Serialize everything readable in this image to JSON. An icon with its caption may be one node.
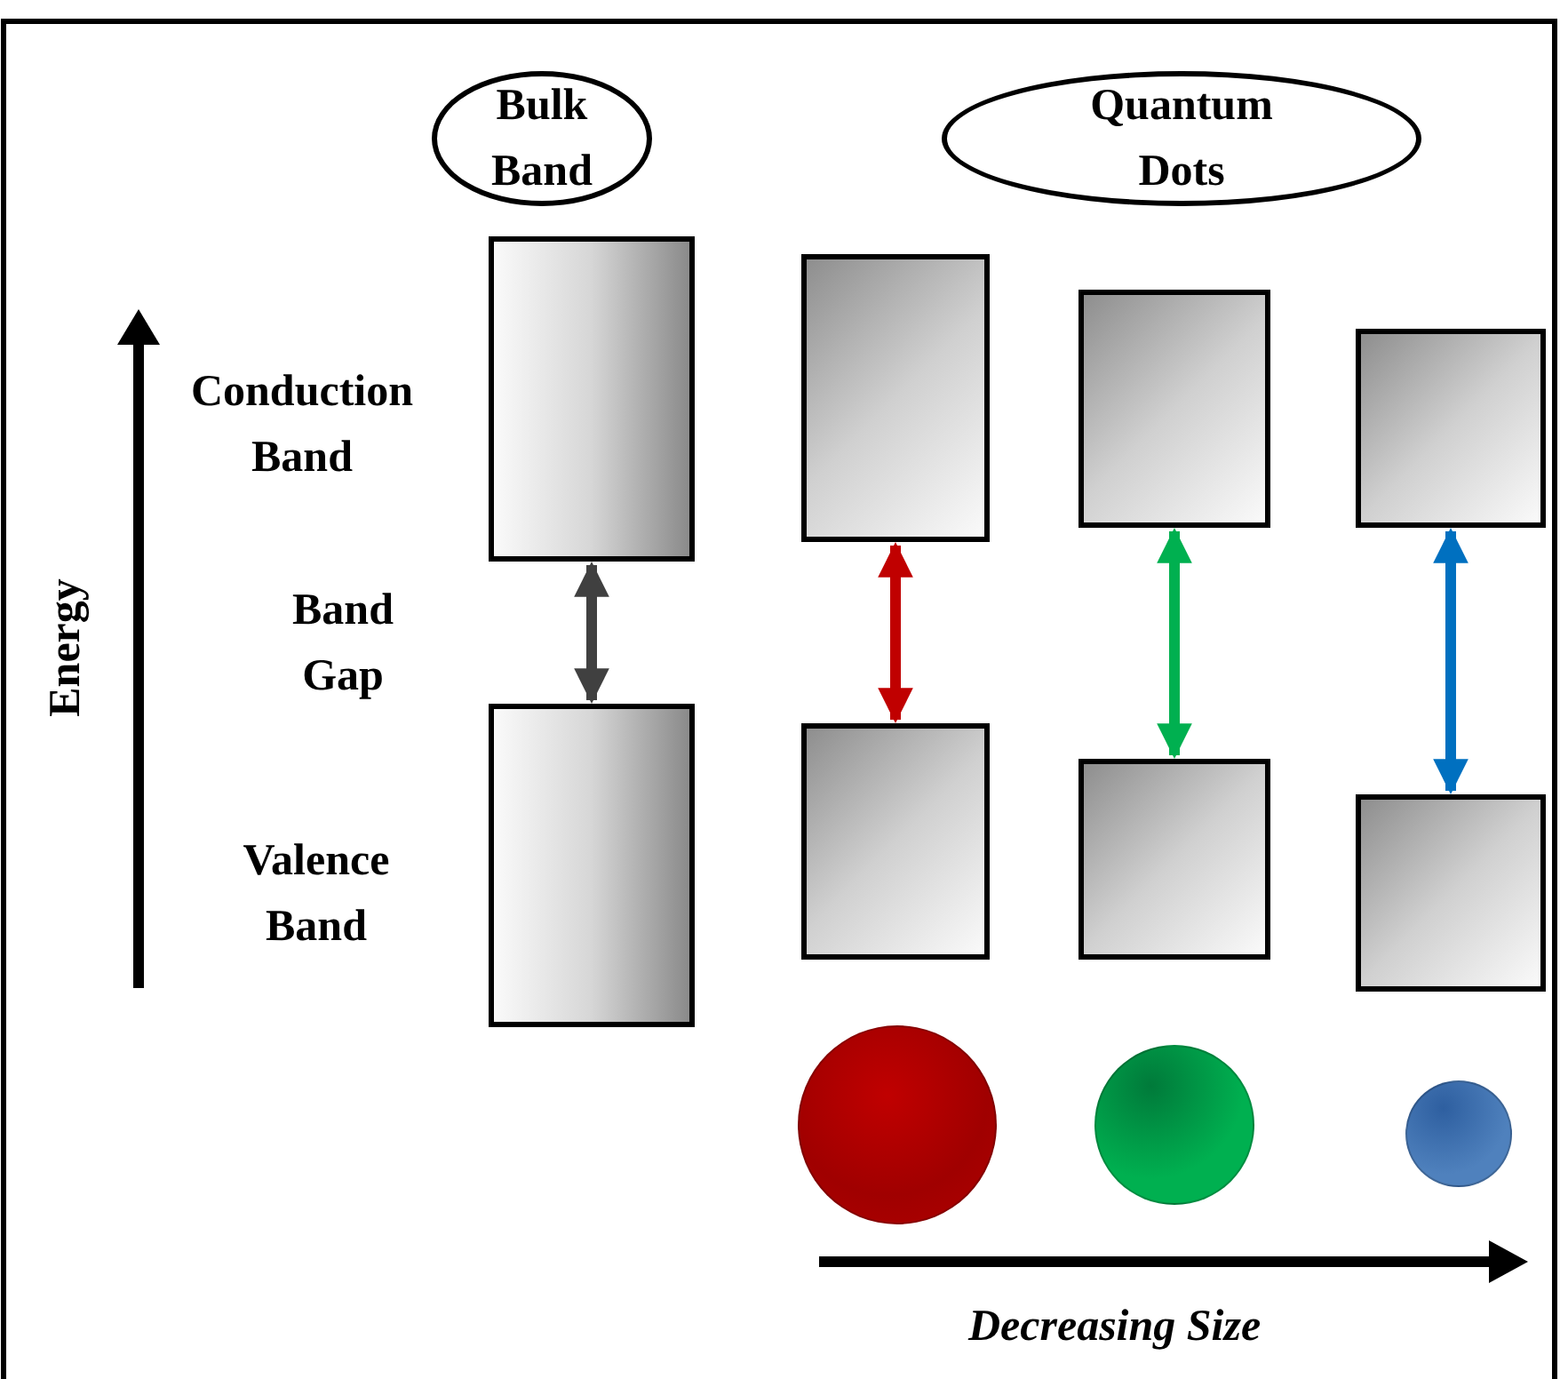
{
  "diagram": {
    "nodes": [
      {
        "text": [
          "Bulk Band"
        ]
      },
      {
        "text": [
          "Quantum Dots"
        ]
      },
      {
        "text": [],
        "shape": "box"
      },
      {
        "text": [],
        "shape": "box"
      },
      {
        "text": [],
        "shape": "box"
      },
      {
        "text": [],
        "shape": "box"
      },
      {
        "text": [],
        "shape": "box"
      },
      {
        "text": [],
        "shape": "box"
      },
      {
        "text": [],
        "shape": "box"
      },
      {
        "text": [],
        "shape": "box"
      },
      {
        "text": [],
        "shape": "circle"
      },
      {
        "text": [],
        "shape": "circle"
      },
      {
        "text": [],
        "shape": "circle"
      }
    ],
    "edges": [
      {
        "from": 2,
        "to": 6,
        "arrow": "both",
        "color": "#404040"
      },
      {
        "from": 3,
        "to": 7,
        "arrow": "both",
        "color": "#c00000"
      },
      {
        "from": 4,
        "to": 8,
        "arrow": "both",
        "color": "#00b050"
      },
      {
        "from": 5,
        "to": 9,
        "arrow": "both",
        "color": "#0070c0"
      }
    ],
    "labels": [
      "Conduction Band",
      "Band Gap",
      "Valence Band",
      "Energy",
      "Decreasing Size"
    ]
  }
}
